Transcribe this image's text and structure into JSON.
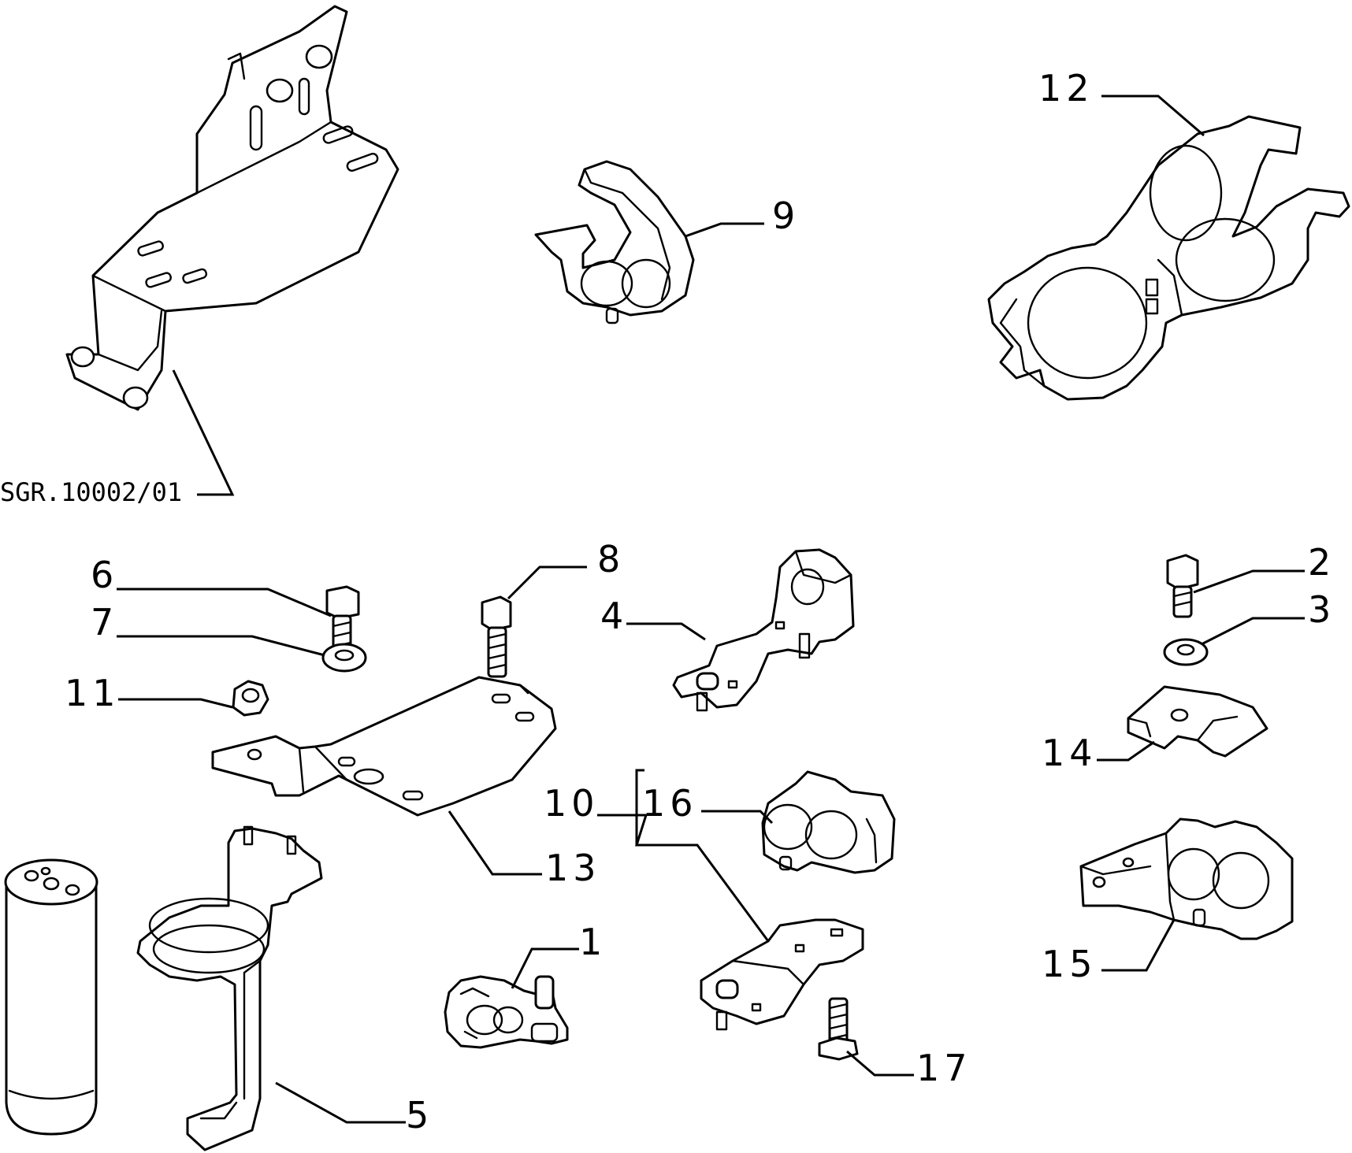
{
  "drawing": {
    "reference_code": "SGR.10002/01",
    "colors": {
      "ink": "#000000",
      "paper": "#ffffff"
    }
  },
  "callouts": {
    "c1": "1",
    "c2": "2",
    "c3": "3",
    "c4": "4",
    "c5": "5",
    "c6": "6",
    "c7": "7",
    "c8": "8",
    "c9": "9",
    "c10": "10",
    "c11": "11",
    "c12": "12",
    "c13": "13",
    "c14": "14",
    "c15": "15",
    "c16": "16",
    "c17": "17"
  }
}
